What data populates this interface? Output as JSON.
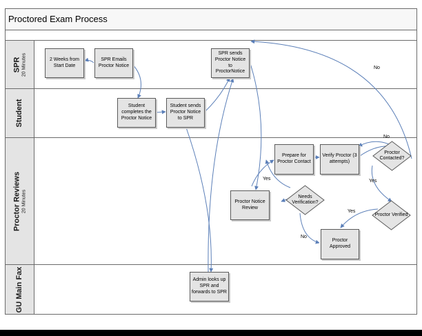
{
  "diagram": {
    "title": "Proctored Exam Process",
    "lanes": [
      {
        "name": "SPR",
        "sub": "20 Minutes"
      },
      {
        "name": "Student",
        "sub": ""
      },
      {
        "name": "Proctor Reviews",
        "sub": "20 Minutes"
      },
      {
        "name": "GU Main Fax",
        "sub": ""
      }
    ],
    "nodes": {
      "two_weeks": "2 Weeks from Start Date",
      "spr_emails": "SPR Emails Proctor Notice",
      "spr_sends": "SPR sends Proctor Notice to ProctorNotice",
      "student_completes": "Student completes the Proctor Notice",
      "student_sends": "Student sends Proctor Notice to SPR",
      "prepare_contact": "Prepare for Proctor Contact",
      "verify_proctor": "Verify Proctor (3 attempts)",
      "proctor_contacted": "Proctor Contacted?",
      "proctor_notice_review": "Proctor Notice Review",
      "needs_verification": "Needs Verification?",
      "proctor_verified": "Proctor Verified",
      "proctor_approved": "Proctor Approved",
      "admin_looks_up": "Admin looks up SPR and forwards to SPR"
    },
    "edge_labels": {
      "no_top": "No",
      "no_contacted": "No",
      "yes_contacted": "Yes",
      "yes_needs": "Yes",
      "no_needs": "No",
      "yes_verified": "Yes"
    }
  },
  "colors": {
    "lane_head": "#e4e4e4",
    "box_fill": "#e4e4e4",
    "connector": "#5b7fb8",
    "border": "#6b6b6b"
  }
}
